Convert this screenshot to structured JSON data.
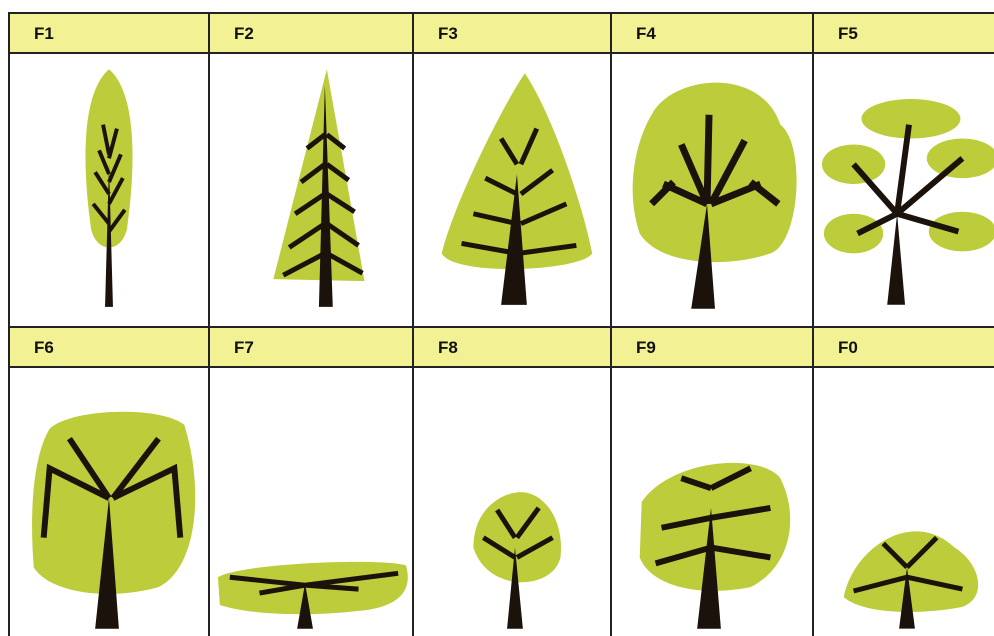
{
  "colors": {
    "header_bg": "#f2f294",
    "foliage": "#bccc3a",
    "trunk": "#1c120c",
    "border": "#222222"
  },
  "cells": [
    {
      "label": "F1",
      "icon": "columnar-tree-icon"
    },
    {
      "label": "F2",
      "icon": "conical-conifer-icon"
    },
    {
      "label": "F3",
      "icon": "pyramidal-tree-icon"
    },
    {
      "label": "F4",
      "icon": "round-tree-icon"
    },
    {
      "label": "F5",
      "icon": "tiered-cloud-tree-icon"
    },
    {
      "label": "F6",
      "icon": "weeping-tree-icon"
    },
    {
      "label": "F7",
      "icon": "spreading-flat-tree-icon"
    },
    {
      "label": "F8",
      "icon": "small-round-tree-icon"
    },
    {
      "label": "F9",
      "icon": "layered-tree-icon"
    },
    {
      "label": "F0",
      "icon": "dome-tree-icon"
    }
  ]
}
